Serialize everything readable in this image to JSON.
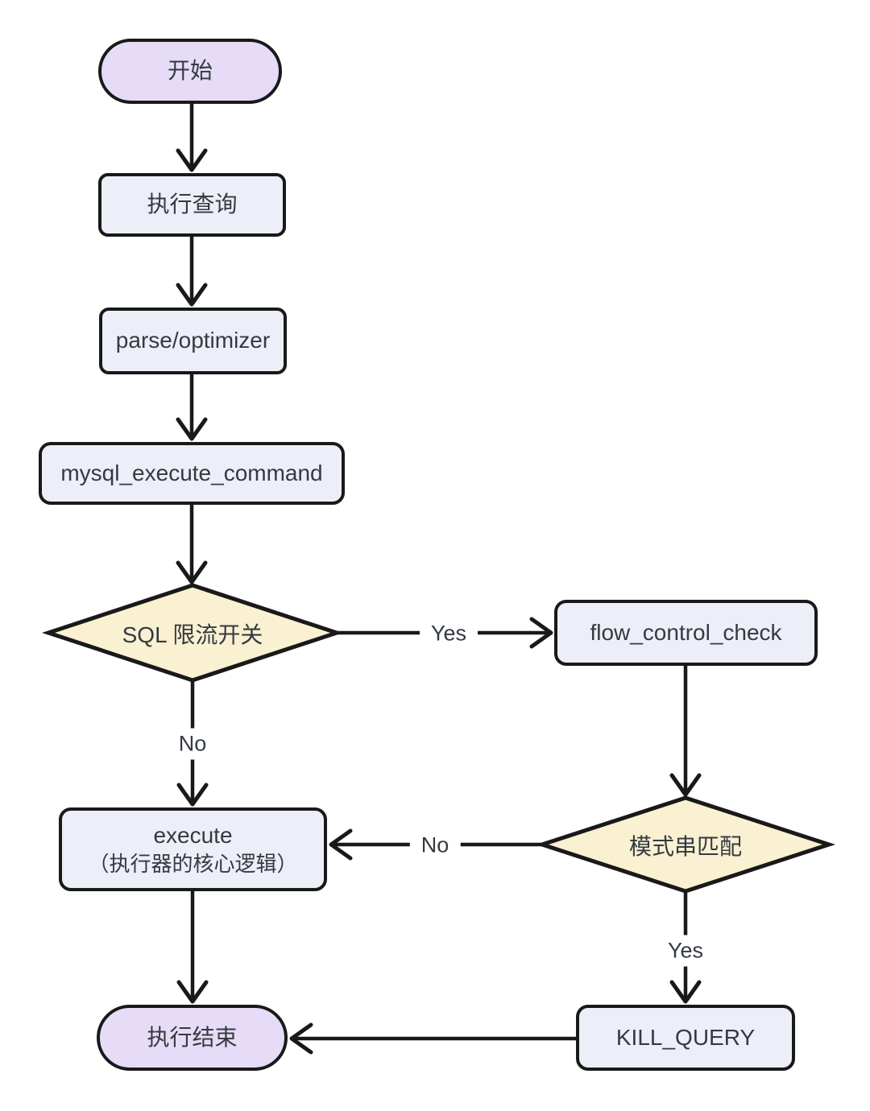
{
  "diagram": {
    "colors": {
      "canvas_bg": "#ffffff",
      "stroke": "#191919",
      "text": "#343a40",
      "terminal_fill": "#e6dcf7",
      "process_fill": "#edeff8",
      "decision_fill": "#faf0d2"
    },
    "nodes": {
      "start": {
        "type": "terminal",
        "label": "开始"
      },
      "exec_query": {
        "type": "process",
        "label": "执行查询"
      },
      "parse_optimizer": {
        "type": "process",
        "label": "parse/optimizer"
      },
      "mysql_execute_command": {
        "type": "process",
        "label": "mysql_execute_command"
      },
      "sql_throttle_switch": {
        "type": "decision",
        "label": "SQL 限流开关"
      },
      "flow_control_check": {
        "type": "process",
        "label": "flow_control_check"
      },
      "pattern_match": {
        "type": "decision",
        "label": "模式串匹配"
      },
      "execute": {
        "type": "process",
        "label": "execute",
        "sublabel": "（执行器的核心逻辑）"
      },
      "kill_query": {
        "type": "process",
        "label": "KILL_QUERY"
      },
      "end": {
        "type": "terminal",
        "label": "执行结束"
      }
    },
    "edges": [
      {
        "from": "start",
        "to": "exec_query",
        "label": ""
      },
      {
        "from": "exec_query",
        "to": "parse_optimizer",
        "label": ""
      },
      {
        "from": "parse_optimizer",
        "to": "mysql_execute_command",
        "label": ""
      },
      {
        "from": "mysql_execute_command",
        "to": "sql_throttle_switch",
        "label": ""
      },
      {
        "from": "sql_throttle_switch",
        "to": "flow_control_check",
        "label": "Yes"
      },
      {
        "from": "sql_throttle_switch",
        "to": "execute",
        "label": "No"
      },
      {
        "from": "flow_control_check",
        "to": "pattern_match",
        "label": ""
      },
      {
        "from": "pattern_match",
        "to": "execute",
        "label": "No"
      },
      {
        "from": "pattern_match",
        "to": "kill_query",
        "label": "Yes"
      },
      {
        "from": "execute",
        "to": "end",
        "label": ""
      },
      {
        "from": "kill_query",
        "to": "end",
        "label": ""
      }
    ]
  }
}
